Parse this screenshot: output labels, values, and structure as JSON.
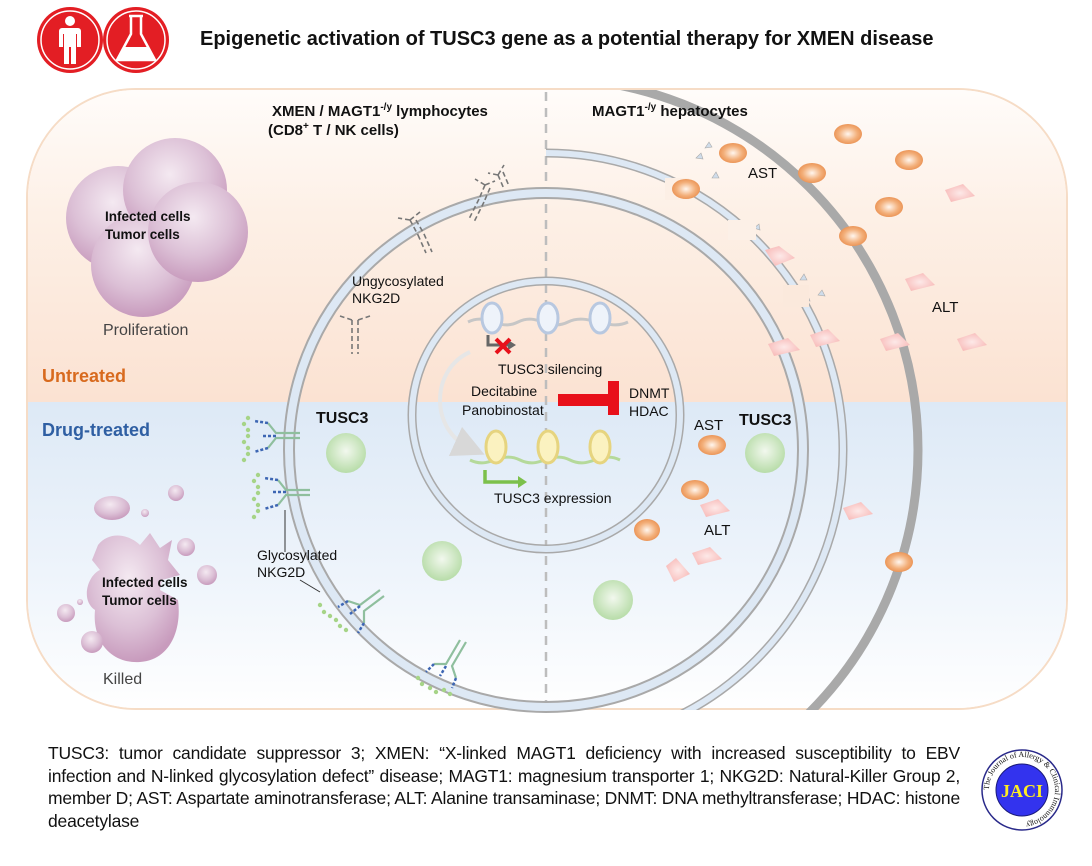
{
  "header": {
    "title": "Epigenetic activation of TUSC3 gene as a potential therapy for XMEN disease",
    "icons": [
      "person-icon",
      "flask-icon"
    ],
    "icon_color": "#e31e24"
  },
  "columns": {
    "lymphocytes_title_main": "XMEN / MAGT1",
    "lymphocytes_title_sup": "-/y",
    "lymphocytes_title_rest": " lymphocytes",
    "lymphocytes_subtitle_pre": "(CD8",
    "lymphocytes_subtitle_sup": "+",
    "lymphocytes_subtitle_rest": " T / NK cells)",
    "hepatocytes_title_main": "MAGT1",
    "hepatocytes_title_sup": "-/y",
    "hepatocytes_title_rest": " hepatocytes"
  },
  "states": {
    "untreated": "Untreated",
    "treated": "Drug-treated",
    "untreated_color": "#d86a1e",
    "treated_color": "#2f5fa3"
  },
  "target_cells": {
    "untreated_label_1": "Infected cells",
    "untreated_label_2": "Tumor cells",
    "untreated_caption": "Proliferation",
    "treated_label_1": "Infected cells",
    "treated_label_2": "Tumor cells",
    "treated_caption": "Killed"
  },
  "lymphocyte": {
    "ungly_label_1": "Ungycosylated",
    "ungly_label_2": "NKG2D",
    "gly_label_1": "Glycosylated",
    "gly_label_2": "NKG2D",
    "tusc3_label": "TUSC3"
  },
  "nucleus": {
    "silencing_label": "TUSC3 silencing",
    "drug_1": "Decitabine",
    "drug_2": "Panobinostat",
    "target_1": "DNMT",
    "target_2": "HDAC",
    "expression_label": "TUSC3 expression",
    "inhibit_color": "#e8101a",
    "activate_color": "#7cc04b"
  },
  "hepatocyte": {
    "ast_label_untreated": "AST",
    "alt_label_untreated": "ALT",
    "ast_label_treated": "AST",
    "alt_label_treated": "ALT",
    "tusc3_label": "TUSC3",
    "ast_color": "#ec9a5e",
    "alt_color": "#f8c0bd"
  },
  "footnote": "TUSC3: tumor candidate suppressor 3; XMEN: “X-linked MAGT1 deficiency with increased susceptibility to EBV infection and N-linked glycosylation defect” disease; MAGT1: magnesium transporter 1; NKG2D: Natural-Killer Group 2, member D; AST: Aspartate aminotransferase; ALT: Alanine transaminase; DNMT: DNA methyltransferase; HDAC: histone deacetylase",
  "journal_logo": {
    "text": "JACI",
    "ring_text": "The Journal of Allergy & Clinical Immunology"
  }
}
